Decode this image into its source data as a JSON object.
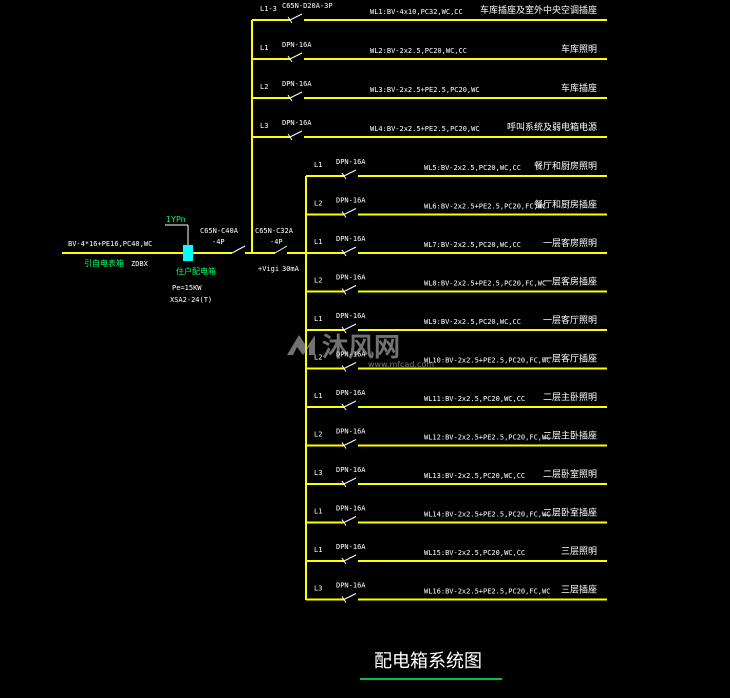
{
  "colors": {
    "bus": "#ffff00",
    "device": "#00ffff",
    "wire": "#ffffff",
    "title_line": "#00ff66",
    "background": "#000000"
  },
  "title": "配电箱系统图",
  "incoming": {
    "cable": "BV-4*16+PE16,PC40,WC",
    "source": "引自电表箱",
    "meter_tag": "ZDBX",
    "ground_tag": "1YPn",
    "box_name": "住户配电箱",
    "power": "Pe=15KW",
    "box_model": "XSA2-24(T)"
  },
  "main_breaker": {
    "model": "C65N-C40A",
    "poles": "-4P"
  },
  "rcd_breaker": {
    "model": "C65N-C32A",
    "poles": "-4P",
    "vigi": "+Vigi",
    "current": "30mA"
  },
  "upper_circuits": [
    {
      "phase": "L1-3",
      "breaker": "C65N-D20A-3P",
      "cable": "WL1:BV-4x10,PC32,WC,CC",
      "desc": "车库插座及室外中央空调插座"
    },
    {
      "phase": "L1",
      "breaker": "DPN-16A",
      "cable": "WL2:BV-2x2.5,PC20,WC,CC",
      "desc": "车库照明"
    },
    {
      "phase": "L2",
      "breaker": "DPN-16A",
      "cable": "WL3:BV-2x2.5+PE2.5,PC20,WC",
      "desc": "车库插座"
    },
    {
      "phase": "L3",
      "breaker": "DPN-16A",
      "cable": "WL4:BV-2x2.5+PE2.5,PC20,WC",
      "desc": "呼叫系统及弱电箱电源"
    }
  ],
  "lower_circuits": [
    {
      "phase": "L1",
      "breaker": "DPN-16A",
      "cable": "WL5:BV-2x2.5,PC20,WC,CC",
      "desc": "餐厅和厨房照明"
    },
    {
      "phase": "L2",
      "breaker": "DPN-16A",
      "cable": "WL6:BV-2x2.5+PE2.5,PC20,FC,WC",
      "desc": "餐厅和厨房插座"
    },
    {
      "phase": "L1",
      "breaker": "DPN-16A",
      "cable": "WL7:BV-2x2.5,PC20,WC,CC",
      "desc": "一层客房照明"
    },
    {
      "phase": "L2",
      "breaker": "DPN-16A",
      "cable": "WL8:BV-2x2.5+PE2.5,PC20,FC,WC",
      "desc": "一层客房插座"
    },
    {
      "phase": "L1",
      "breaker": "DPN-16A",
      "cable": "WL9:BV-2x2.5,PC20,WC,CC",
      "desc": "一层客厅照明"
    },
    {
      "phase": "L2",
      "breaker": "DPN-16A",
      "cable": "WL10:BV-2x2.5+PE2.5,PC20,FC,WC",
      "desc": "一层客厅插座"
    },
    {
      "phase": "L1",
      "breaker": "DPN-16A",
      "cable": "WL11:BV-2x2.5,PC20,WC,CC",
      "desc": "二层主卧照明"
    },
    {
      "phase": "L2",
      "breaker": "DPN-16A",
      "cable": "WL12:BV-2x2.5+PE2.5,PC20,FC,WC",
      "desc": "二层主卧插座"
    },
    {
      "phase": "L3",
      "breaker": "DPN-16A",
      "cable": "WL13:BV-2x2.5,PC20,WC,CC",
      "desc": "二层卧室照明"
    },
    {
      "phase": "L1",
      "breaker": "DPN-16A",
      "cable": "WL14:BV-2x2.5+PE2.5,PC20,FC,WC",
      "desc": "二层卧室插座"
    },
    {
      "phase": "L1",
      "breaker": "DPN-16A",
      "cable": "WL15:BV-2x2.5,PC20,WC,CC",
      "desc": "三层照明"
    },
    {
      "phase": "L3",
      "breaker": "DPN-16A",
      "cable": "WL16:BV-2x2.5+PE2.5,PC20,FC,WC",
      "desc": "三层插座"
    }
  ],
  "watermark": {
    "brand": "沐风网",
    "url": "www.mfcad.com"
  }
}
